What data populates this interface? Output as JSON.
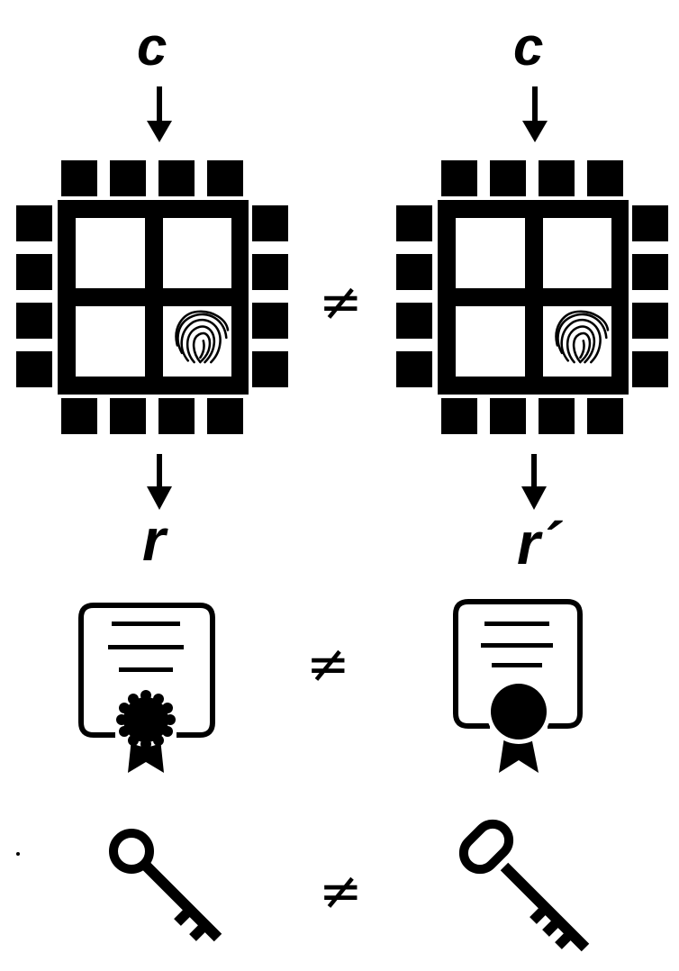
{
  "labels": {
    "challenge_left": "c",
    "challenge_right": "c",
    "response_left": "r",
    "response_right": "r´",
    "not_equal_chips": "≠",
    "not_equal_certificates": "≠",
    "not_equal_keys": "≠"
  },
  "icons": {
    "chip_left": "chip-with-fingerprint-icon",
    "chip_right": "chip-with-fingerprint-icon",
    "certificate_left": "certificate-scalloped-seal-icon",
    "certificate_right": "certificate-round-seal-icon",
    "key_left": "key-icon",
    "key_right": "key-icon"
  },
  "colors": {
    "ink": "#000000",
    "background": "#ffffff"
  }
}
